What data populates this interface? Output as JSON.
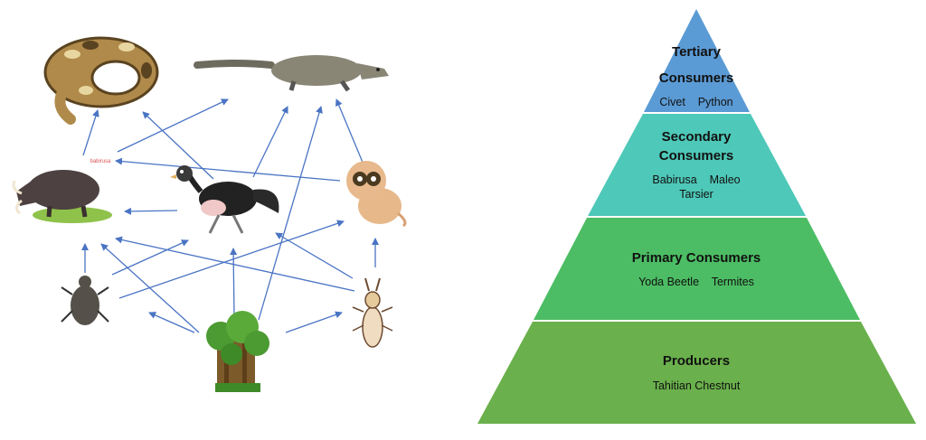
{
  "web": {
    "babirusa_tag": "babirusa",
    "arrow_color": "#4a74c4",
    "organisms": [
      {
        "id": "python",
        "icon": "python-icon"
      },
      {
        "id": "civet",
        "icon": "civet-icon"
      },
      {
        "id": "babirusa",
        "icon": "babirusa-icon"
      },
      {
        "id": "maleo",
        "icon": "maleo-bird-icon"
      },
      {
        "id": "tarsier",
        "icon": "tarsier-icon"
      },
      {
        "id": "beetle",
        "icon": "yoda-beetle-icon"
      },
      {
        "id": "termite",
        "icon": "termite-icon"
      },
      {
        "id": "chestnut",
        "icon": "tahitian-chestnut-tree-icon"
      }
    ],
    "links": [
      [
        "babirusa",
        "python"
      ],
      [
        "babirusa",
        "civet"
      ],
      [
        "maleo",
        "python"
      ],
      [
        "maleo",
        "civet"
      ],
      [
        "maleo",
        "babirusa"
      ],
      [
        "tarsier",
        "civet"
      ],
      [
        "tarsier",
        "babirusa"
      ],
      [
        "beetle",
        "babirusa"
      ],
      [
        "beetle",
        "maleo"
      ],
      [
        "beetle",
        "tarsier"
      ],
      [
        "termite",
        "babirusa"
      ],
      [
        "termite",
        "maleo"
      ],
      [
        "termite",
        "tarsier"
      ],
      [
        "chestnut",
        "babirusa"
      ],
      [
        "chestnut",
        "beetle"
      ],
      [
        "chestnut",
        "maleo"
      ],
      [
        "chestnut",
        "termite"
      ],
      [
        "chestnut",
        "civet"
      ]
    ]
  },
  "pyramid": {
    "tiers": [
      {
        "title": [
          "Tertiary",
          "Consumers"
        ],
        "items": [
          "Civet    Python"
        ],
        "color": "#5b9bd5"
      },
      {
        "title": [
          "Secondary",
          "Consumers"
        ],
        "items": [
          "Babirusa    Maleo",
          "Tarsier"
        ],
        "color": "#4ec8b8"
      },
      {
        "title": [
          "Primary Consumers"
        ],
        "items": [
          "Yoda Beetle    Termites"
        ],
        "color": "#4cbd64"
      },
      {
        "title": [
          "Producers"
        ],
        "items": [
          "Tahitian Chestnut"
        ],
        "color": "#6ab04c"
      }
    ]
  }
}
